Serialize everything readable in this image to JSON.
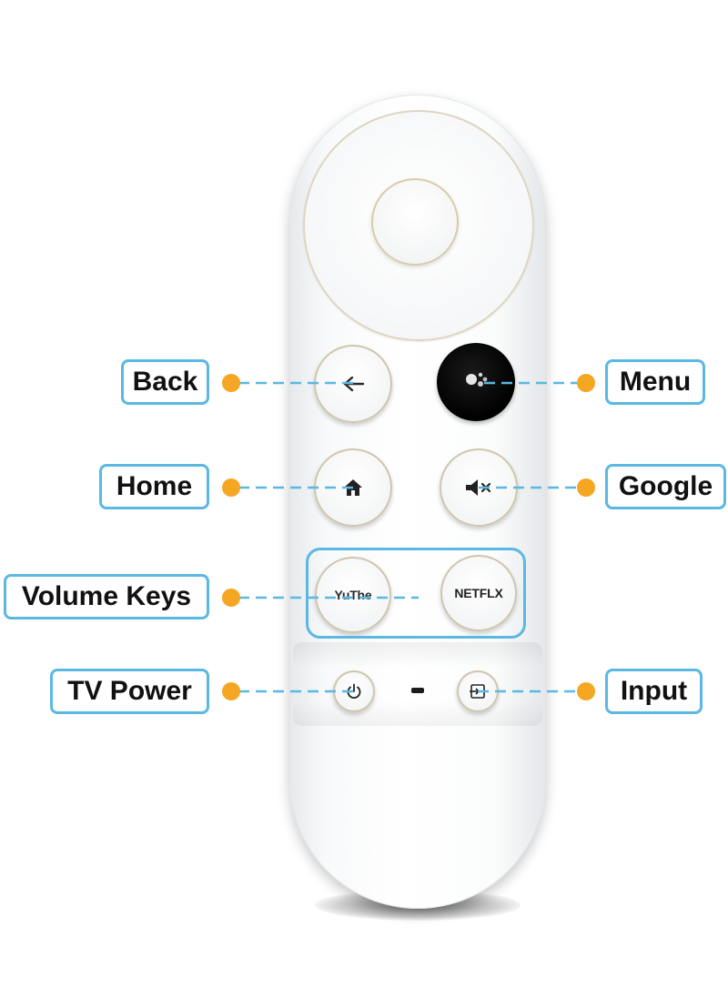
{
  "callouts": {
    "back": "Back",
    "menu": "Menu",
    "home": "Home",
    "google": "Google",
    "volume_keys": "Volume Keys",
    "tv_power": "TV Power",
    "input": "Input"
  },
  "remote": {
    "youtube_button_label": "YuThe",
    "netflix_button_label": "NETFLX"
  },
  "icons": {
    "back": "back-arrow-icon",
    "assistant": "assistant-dots-icon",
    "home": "home-icon",
    "mute": "mute-icon",
    "power": "power-icon",
    "input": "input-icon"
  },
  "colors": {
    "callout_border": "#5bb8e2",
    "dot": "#f5a623",
    "connector": "#5bb8e2",
    "assistant_button": "#000000"
  }
}
